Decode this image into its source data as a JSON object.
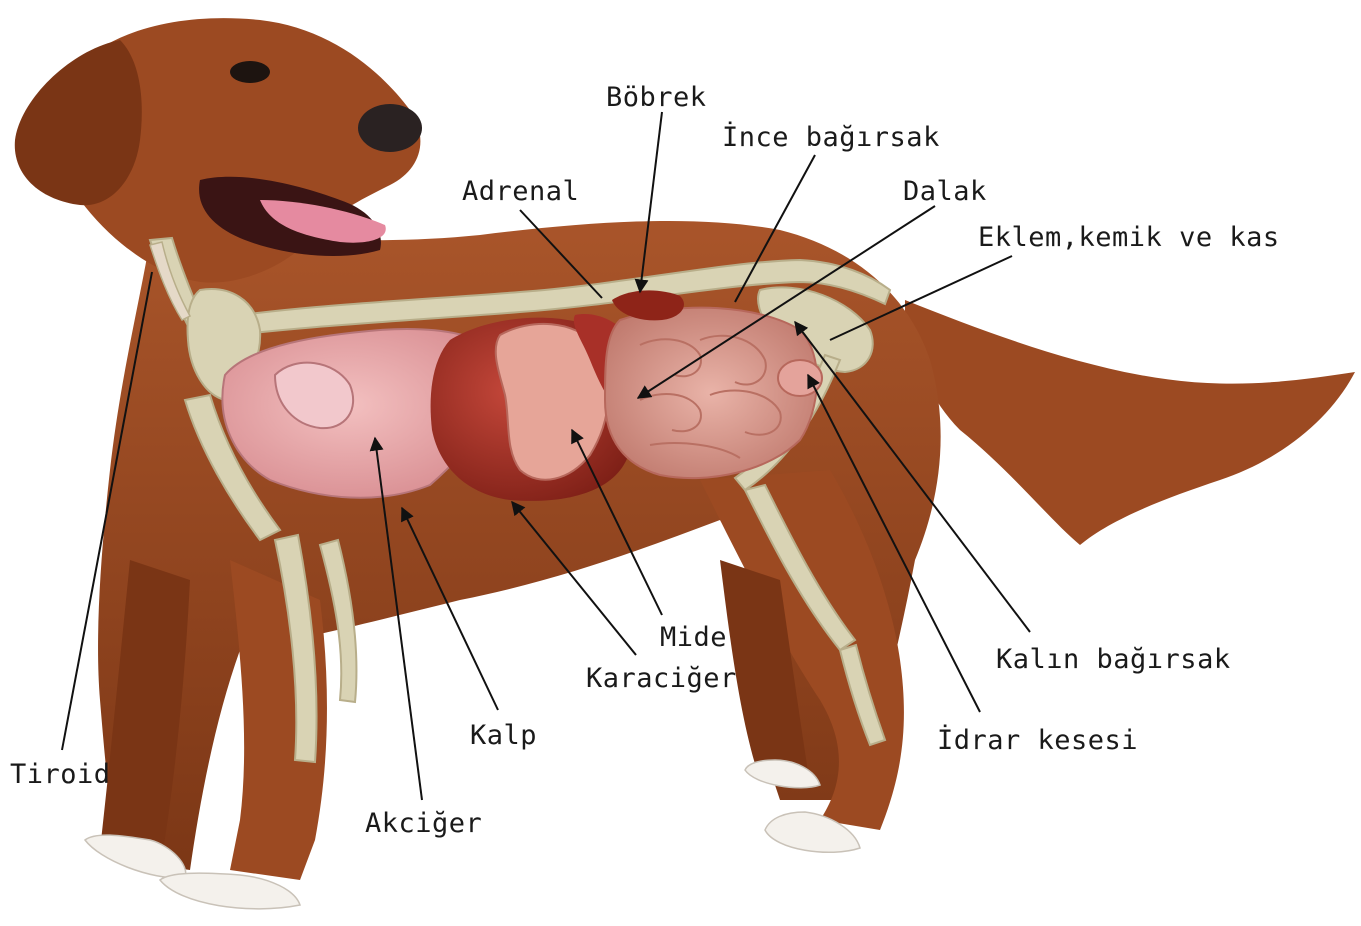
{
  "labels": {
    "bobrek": "Böbrek",
    "ince_bagirsak": "İnce bağırsak",
    "adrenal": "Adrenal",
    "dalak": "Dalak",
    "eklem_kemik_kas": "Eklem,kemik ve kas",
    "tiroid": "Tiroid",
    "akciger": "Akciğer",
    "kalp": "Kalp",
    "mide": "Mide",
    "karaciger": "Karaciğer",
    "kalin_bagirsak": "Kalın bağırsak",
    "idrar_kesesi": "İdrar kesesi"
  },
  "colors": {
    "fur": "#9c4a22",
    "lung": "#e8a6a8",
    "liver": "#a8352a",
    "intestine": "#d99a8e",
    "bone": "#d9d3b4",
    "kidney": "#8e2418"
  }
}
